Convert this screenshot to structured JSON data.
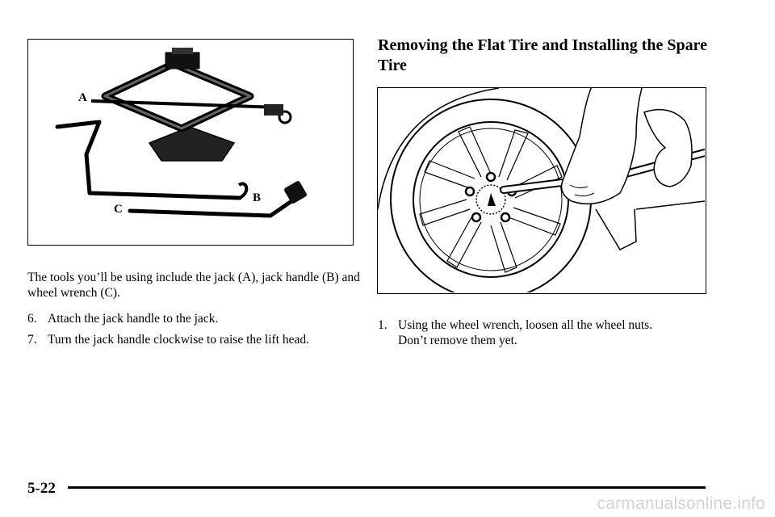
{
  "figures": {
    "jack": {
      "label_a": "A",
      "label_b": "B",
      "label_c": "C"
    }
  },
  "section": {
    "heading": "Removing the Flat Tire and Installing the Spare Tire"
  },
  "left_column": {
    "caption": "The tools you’ll be using include the jack (A), jack handle (B) and wheel wrench (C).",
    "steps": [
      {
        "number": "6.",
        "text": "Attach the jack handle to the jack."
      },
      {
        "number": "7.",
        "text": "Turn the jack handle clockwise to raise the lift head."
      }
    ]
  },
  "right_column": {
    "steps": [
      {
        "number": "1.",
        "text_line1": "Using the wheel wrench, loosen all the wheel nuts.",
        "text_line2": "Don’t remove them yet."
      }
    ]
  },
  "footer": {
    "page_number": "5-22",
    "watermark": "carmanualsonline.info"
  }
}
